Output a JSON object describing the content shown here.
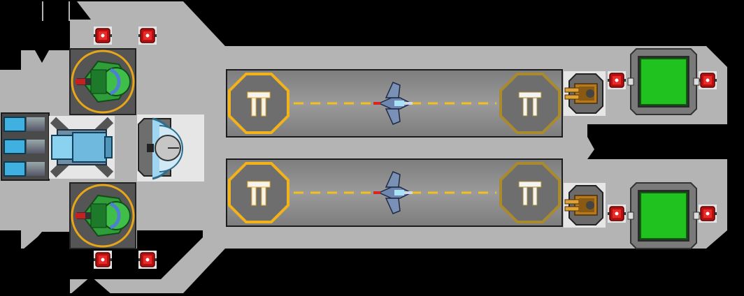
{
  "scene": {
    "name": "ship-hangar-blueprint",
    "colors": {
      "background": "#000000",
      "hull": "#b4b4b4",
      "hull_edge": "#d2d2d2",
      "bay_floor": "#8f8f8f",
      "bay_border": "#222222",
      "pad_active": "#f1b21a",
      "pad_inactive": "#a98a2c",
      "pad_fill": "#6e6e6e",
      "guide_line": "#f3c11e",
      "core_green": "#1fc21f",
      "node_red": "#d11a1a",
      "turret_green": "#2f9e3a",
      "thruster_blue": "#3fb0df"
    }
  },
  "bays": [
    {
      "id": "top",
      "left_pad_glyph": "╥",
      "right_pad_glyph": "╥",
      "ship_icon": "fighter-icon"
    },
    {
      "id": "bottom",
      "left_pad_glyph": "╥",
      "right_pad_glyph": "╥",
      "ship_icon": "fighter-icon"
    }
  ],
  "modules": {
    "turrets": [
      "green-turret-icon",
      "green-turret-icon"
    ],
    "engine": "thruster-engine-icon",
    "shield": "shield-generator-icon",
    "cannons": [
      "gold-cannon-icon",
      "gold-cannon-icon"
    ],
    "cores": [
      "power-core-icon",
      "power-core-icon"
    ],
    "nodes": [
      "red-node-icon",
      "red-node-icon",
      "red-node-icon",
      "red-node-icon",
      "red-node-icon",
      "red-node-icon",
      "red-node-icon",
      "red-node-icon"
    ]
  }
}
